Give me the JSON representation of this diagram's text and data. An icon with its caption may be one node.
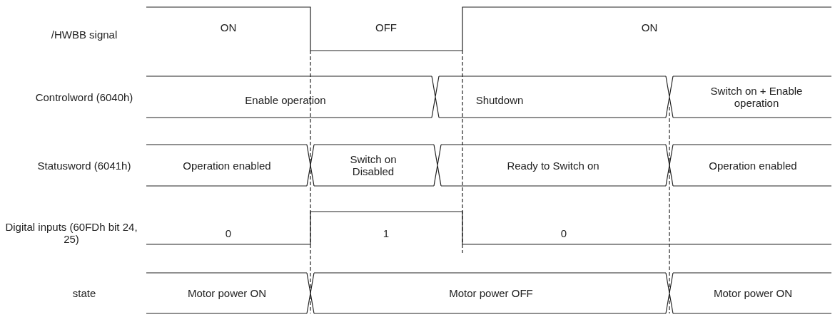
{
  "diagram": {
    "labels": [
      "/HWBB signal",
      "ON",
      "OFF",
      "ON",
      "Controlword (6040h)",
      "Enable operation",
      "Shutdown",
      "Switch on + Enable operation",
      "Statusword (6041h)",
      "Operation enabled",
      "Switch on Disabled",
      "Ready to Switch on",
      "Operation enabled",
      "Digital inputs (60FDh bit 24, 25)",
      "0",
      "1",
      "0",
      "state",
      "Motor power ON",
      "Motor power OFF",
      "Motor power ON"
    ]
  }
}
